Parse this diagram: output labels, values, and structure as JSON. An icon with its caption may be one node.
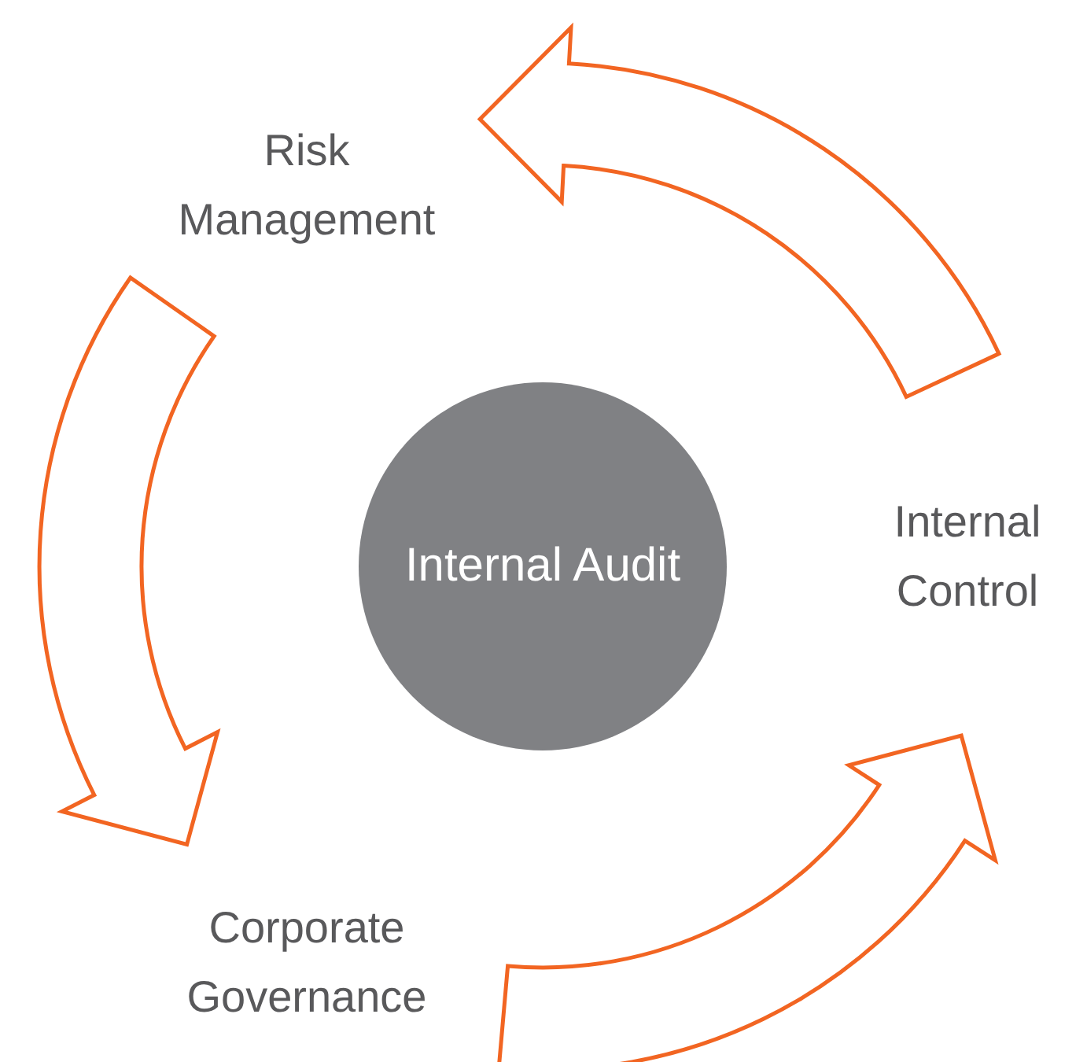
{
  "diagram": {
    "nodes": [
      {
        "text": [
          "Internal Audit"
        ]
      },
      {
        "text": [
          "Risk Management"
        ]
      },
      {
        "text": [
          "Internal Control"
        ]
      },
      {
        "text": [
          "Corporate Governance"
        ]
      }
    ],
    "edges": [
      {
        "from": 2,
        "to": 1,
        "arrow": "to"
      },
      {
        "from": 1,
        "to": 3,
        "arrow": "to"
      },
      {
        "from": 3,
        "to": 2,
        "arrow": "to"
      }
    ]
  }
}
